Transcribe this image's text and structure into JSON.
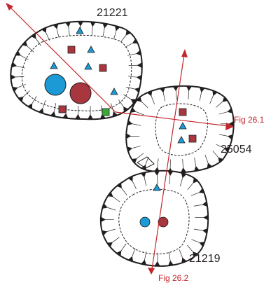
{
  "colors": {
    "outline": "#231f20",
    "section_line": "#c1272d",
    "triangle": "#1b9ad6",
    "square": "#a8363f",
    "green_square": "#3aaa35",
    "large_circle_blue": "#1b9ad6",
    "large_circle_red": "#a8363f"
  },
  "cells": [
    {
      "id": "cell-21221",
      "label": "21221"
    },
    {
      "id": "cell-25054",
      "label": "25054"
    },
    {
      "id": "cell-21219",
      "label": "21219"
    }
  ],
  "section_lines": [
    {
      "id": "fig-26-1",
      "label": "Fig 26.1"
    },
    {
      "id": "fig-26-2",
      "label": "Fig 26.2"
    }
  ],
  "marker_types": {
    "triangle": "triangle-marker",
    "square": "square-marker",
    "green_square": "green-square-marker",
    "circle": "circle-marker"
  }
}
